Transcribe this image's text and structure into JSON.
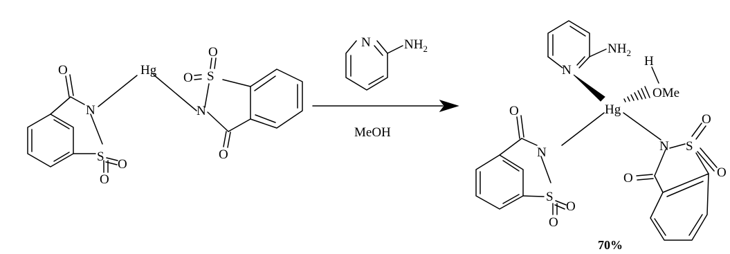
{
  "scheme": {
    "reactant": {
      "metal": "Hg",
      "oxo": "O",
      "nitrogen": "N",
      "sulfur": "S"
    },
    "reagent": {
      "ring_nitrogen": "N",
      "amino": "NH",
      "amino_subscript": "2"
    },
    "solvent": "MeOH",
    "product": {
      "metal": "Hg",
      "hydroxyl_h": "H",
      "methoxy": "OMe",
      "oxo": "O",
      "nitrogen": "N",
      "sulfur": "S"
    },
    "yield": "70%"
  }
}
